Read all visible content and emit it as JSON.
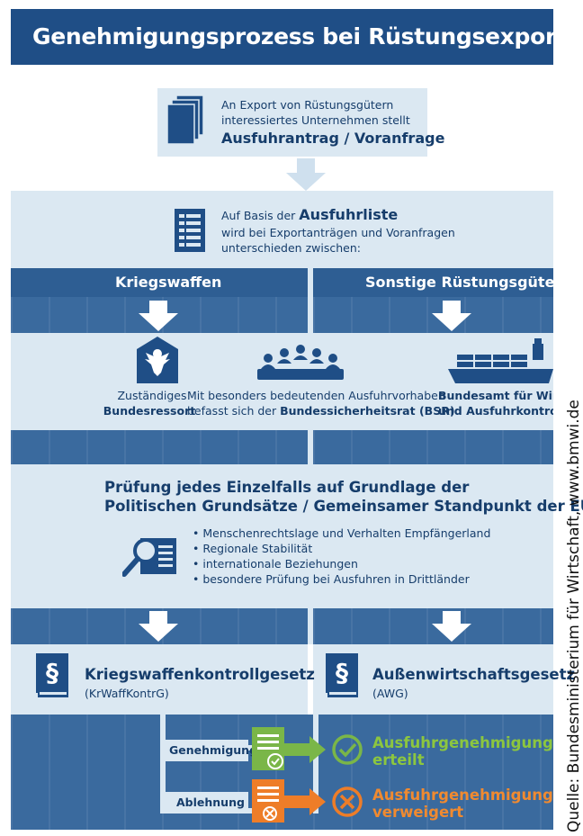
{
  "title": "Genehmigungsprozess bei Rüstungsexporten",
  "step1": {
    "line1": "An Export von Rüstungsgütern",
    "line2": "interessiertes Unternehmen stellt",
    "line3": "Ausfuhrantrag / Voranfrage"
  },
  "step2": {
    "prefix": "Auf Basis der ",
    "bold": "Ausfuhrliste",
    "line2": "wird bei Exportanträgen und Voranfragen",
    "line3": "unterschieden zwischen:"
  },
  "columns": {
    "left": "Kriegswaffen",
    "right": "Sonstige Rüstungsgüter"
  },
  "authorities": {
    "ressort_line1": "Zuständiges",
    "ressort_line2": "Bundesressort",
    "bsr_line1": "Mit besonders bedeutenden Ausfuhrvorhaben",
    "bsr_line2_prefix": "befasst sich der ",
    "bsr_line2_bold": "Bundessicherheitsrat (BSR)",
    "bafa_line1": "Bundesamt für Wirtschaft",
    "bafa_line2": "und Ausfuhrkontrolle"
  },
  "review": {
    "title1": "Prüfung jedes Einzelfalls auf Grundlage der",
    "title2": "Politischen Grundsätze / Gemeinsamer Standpunkt der EU",
    "bullets": [
      "• Menschenrechtslage und Verhalten Empfängerland",
      "• Regionale Stabilität",
      "• internationale Beziehungen",
      "• besondere Prüfung bei Ausfuhren in Drittländer"
    ]
  },
  "laws": {
    "left_title": "Kriegswaffenkontrollgesetz",
    "left_abbr": "(KrWaffKontrG)",
    "right_title": "Außenwirtschaftsgesetz",
    "right_abbr": "(AWG)",
    "section_symbol": "§"
  },
  "outcomes": {
    "approval_label": "Genehmigung",
    "approval_text1": "Ausfuhrgenehmigung",
    "approval_text2": "erteilt",
    "rejection_label": "Ablehnung",
    "rejection_text1": "Ausfuhrgenehmigung",
    "rejection_text2": "verweigert"
  },
  "source": "Quelle: Bundesministerium für Wirtschaft, www.bmwi.de",
  "colors": {
    "navy": "#1f4e86",
    "light": "#dbe8f2",
    "green": "#7ab648",
    "orange": "#ee7d28"
  },
  "icons": [
    "documents-icon",
    "list-icon",
    "eagle-icon",
    "council-icon",
    "ship-icon",
    "magnifier-document-icon",
    "law-book-icon",
    "approved-document-icon",
    "rejected-document-icon",
    "check-circle-icon",
    "cross-circle-icon"
  ]
}
